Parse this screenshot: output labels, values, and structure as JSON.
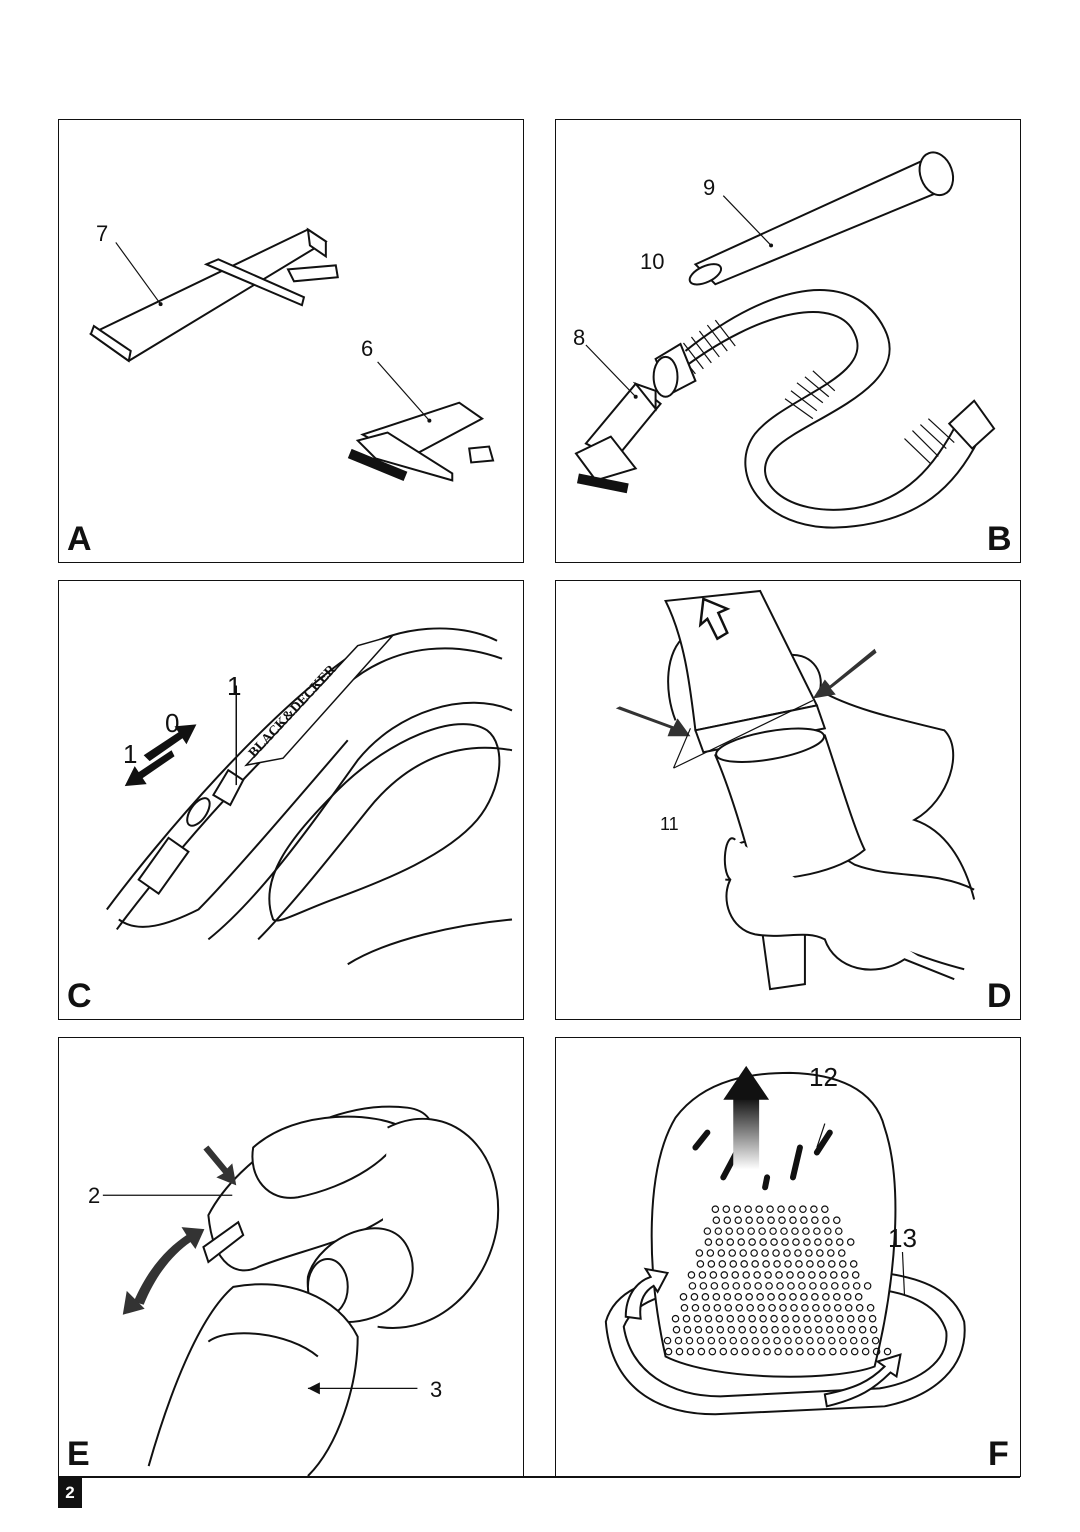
{
  "page": {
    "number": "2"
  },
  "panels": {
    "A": {
      "letter": "A",
      "callouts": {
        "c7": "7",
        "c6": "6"
      }
    },
    "B": {
      "letter": "B",
      "callouts": {
        "c9": "9",
        "c10": "10",
        "c8": "8"
      }
    },
    "C": {
      "letter": "C",
      "callouts": {
        "c1_top": "1",
        "c0": "0",
        "c1_left": "1"
      },
      "brand_text": "BLACK&DECKER"
    },
    "D": {
      "letter": "D",
      "callouts": {
        "c11": "11"
      }
    },
    "E": {
      "letter": "E",
      "callouts": {
        "c2": "2",
        "c3": "3"
      }
    },
    "F": {
      "letter": "F",
      "callouts": {
        "c12": "12",
        "c13": "13"
      }
    }
  },
  "icons": [
    "arrow-up-outline-icon",
    "push-arrow-icon",
    "rotate-arrow-icon",
    "double-headed-arrow-icon"
  ]
}
